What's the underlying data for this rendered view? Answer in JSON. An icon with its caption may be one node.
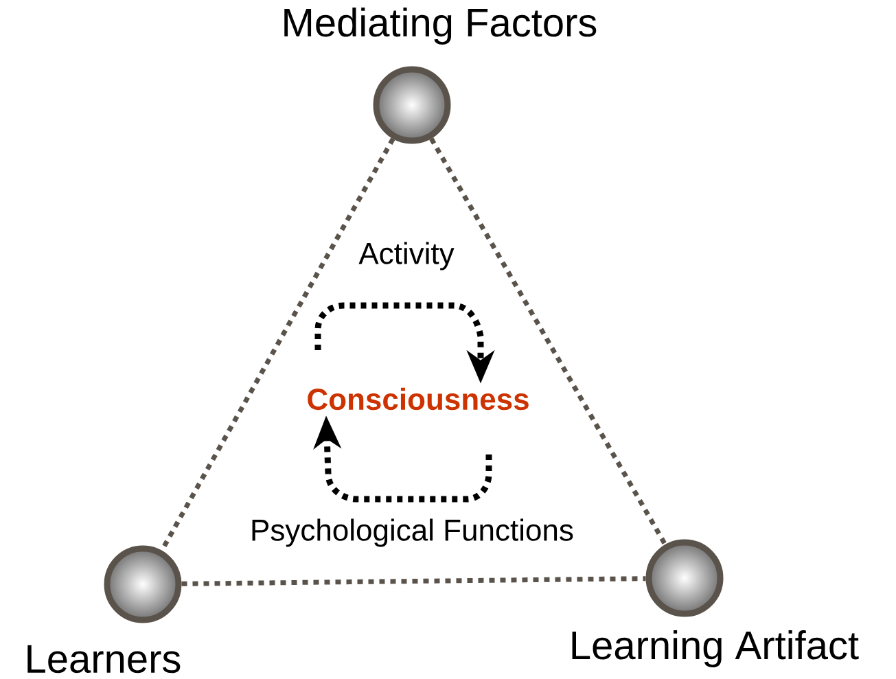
{
  "diagram": {
    "nodes": [
      {
        "text": [
          "Mediating Factors"
        ]
      },
      {
        "text": [
          "Learners"
        ]
      },
      {
        "text": [
          "Learning Artifact"
        ]
      },
      {
        "text": [
          "Consciousness"
        ]
      }
    ],
    "edges": [
      {
        "from": 0,
        "to": 1,
        "arrow": "none",
        "style": "dashed"
      },
      {
        "from": 0,
        "to": 2,
        "arrow": "none",
        "style": "dashed"
      },
      {
        "from": 1,
        "to": 2,
        "arrow": "none",
        "style": "dashed"
      },
      {
        "from": null,
        "to": 3,
        "arrow": "to",
        "style": "dashed",
        "color": "#000000"
      },
      {
        "from": null,
        "to": 3,
        "arrow": "to",
        "style": "dashed",
        "color": "#000000"
      }
    ],
    "labels": [
      "Activity",
      "Psychological Functions"
    ]
  }
}
